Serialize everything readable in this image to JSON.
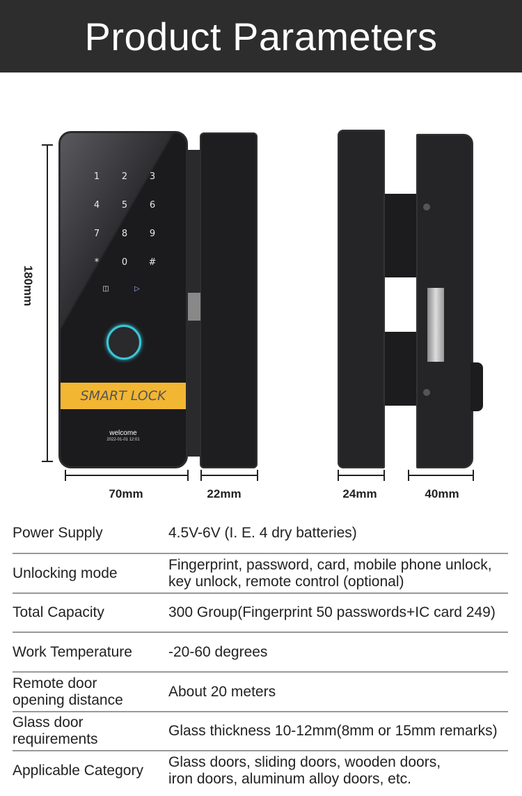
{
  "header": {
    "title": "Product Parameters"
  },
  "product": {
    "keys": [
      "1",
      "2",
      "3",
      "4",
      "5",
      "6",
      "7",
      "8",
      "9",
      "*",
      "0",
      "#"
    ],
    "band_text": "SMART LOCK",
    "screen_welcome": "welcome",
    "screen_date": "2022-01-01 12:01"
  },
  "dimensions": {
    "height": "180mm",
    "front_width": "70mm",
    "front_depth": "22mm",
    "side_left": "24mm",
    "side_right": "40mm"
  },
  "specs": [
    {
      "label": "Power Supply",
      "value": "4.5V-6V (I. E. 4 dry batteries)"
    },
    {
      "label": "Unlocking mode",
      "value": "Fingerprint, password, card, mobile phone unlock, key unlock, remote control (optional)"
    },
    {
      "label": "Total Capacity",
      "value": "300 Group(Fingerprint 50 passwords+IC card 249)"
    },
    {
      "label": "Work Temperature",
      "value": "-20-60 degrees"
    },
    {
      "label": "Remote door opening distance",
      "value": "About 20 meters"
    },
    {
      "label": "Glass door requirements",
      "value": "Glass thickness 10-12mm(8mm or 15mm remarks)"
    },
    {
      "label": "Applicable Category",
      "value": "Glass doors, sliding doors, wooden doors, iron doors, aluminum alloy doors, etc."
    }
  ]
}
